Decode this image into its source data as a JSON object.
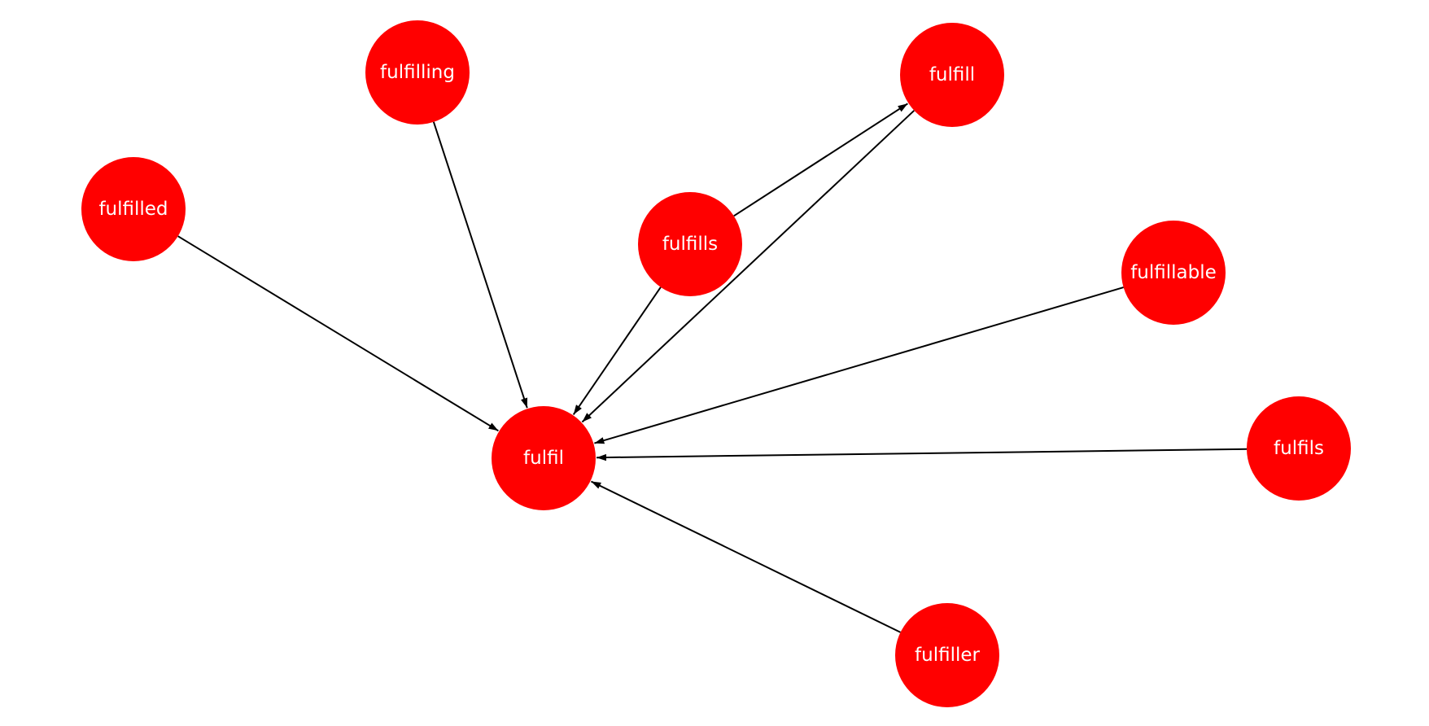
{
  "graph": {
    "node_color": "#ff0000",
    "label_color": "#ffffff",
    "edge_color": "#000000",
    "directed": true,
    "nodes": [
      {
        "id": "fulfil",
        "label": "fulfil"
      },
      {
        "id": "fulfilling",
        "label": "fulfilling"
      },
      {
        "id": "fulfill",
        "label": "fulfill"
      },
      {
        "id": "fulfilled",
        "label": "fulfilled"
      },
      {
        "id": "fulfills",
        "label": "fulfills"
      },
      {
        "id": "fulfillable",
        "label": "fulfillable"
      },
      {
        "id": "fulfils",
        "label": "fulfils"
      },
      {
        "id": "fulfiller",
        "label": "fulfiller"
      }
    ],
    "edges": [
      {
        "source": "fulfilled",
        "target": "fulfil"
      },
      {
        "source": "fulfilling",
        "target": "fulfil"
      },
      {
        "source": "fulfills",
        "target": "fulfil"
      },
      {
        "source": "fulfills",
        "target": "fulfill"
      },
      {
        "source": "fulfill",
        "target": "fulfil"
      },
      {
        "source": "fulfillable",
        "target": "fulfil"
      },
      {
        "source": "fulfils",
        "target": "fulfil"
      },
      {
        "source": "fulfiller",
        "target": "fulfil"
      }
    ]
  }
}
